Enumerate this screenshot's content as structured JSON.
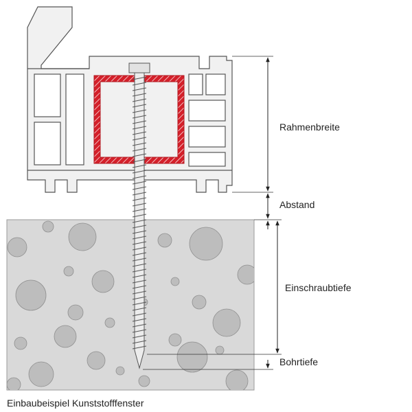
{
  "labels": {
    "frame_width": "Rahmenbreite",
    "gap": "Abstand",
    "screw_depth": "Einschraubtiefe",
    "drill_depth": "Bohrtiefe"
  },
  "caption": "Einbaubeispiel Kunststofffenster",
  "colors": {
    "profile_fill": "#f1f1f1",
    "profile_stroke": "#555555",
    "reinforcement": "#d4202a",
    "concrete_fill": "#d9d9d9",
    "aggregate_fill": "#bdbdbd",
    "dimension_line": "#222222",
    "screw_fill": "#ececec"
  },
  "icons": {
    "arrowheads": "dimension-arrow-icon",
    "screw": "concrete-screw-icon"
  }
}
